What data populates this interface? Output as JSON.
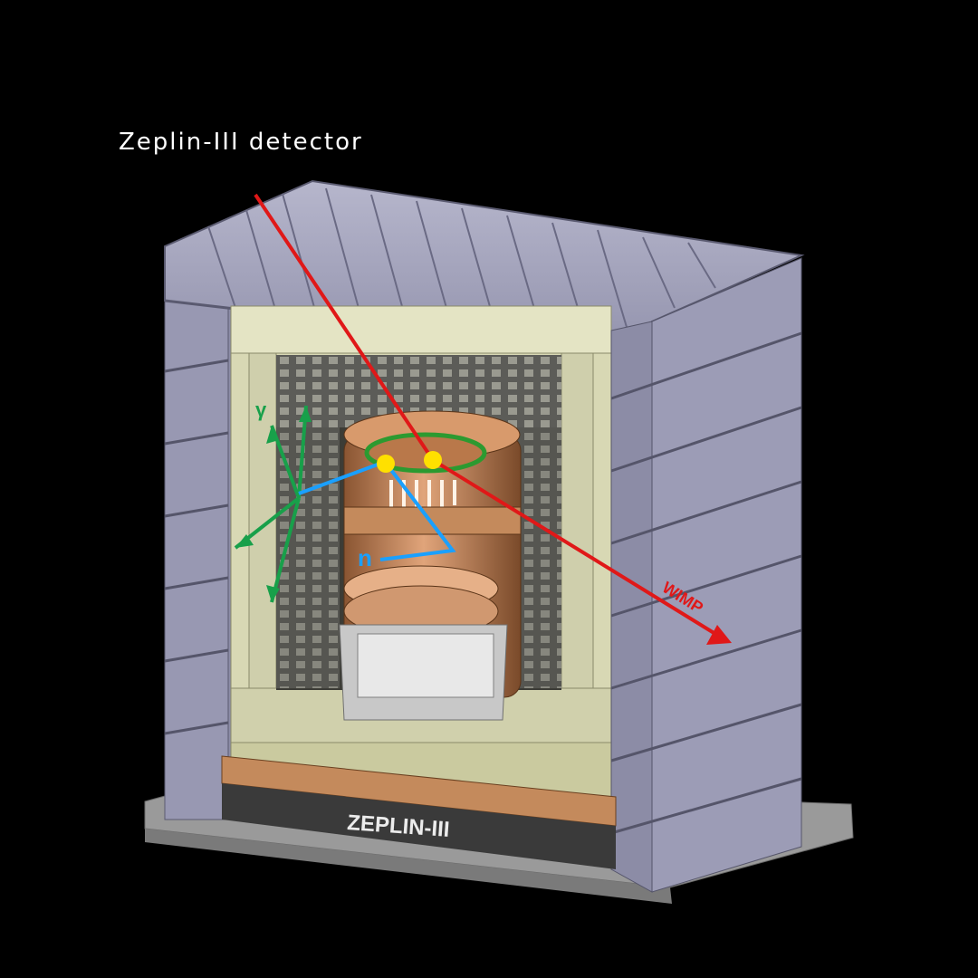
{
  "caption": "Zeplin-III detector",
  "diagram": {
    "base_label": "ZEPLIN-III",
    "wimp_label": "WIMP",
    "neutron_label": "n",
    "gamma_label": "γ"
  },
  "colors": {
    "background": "#000000",
    "shield_blocks": "#9c9cb6",
    "inner_shield": "#d8d8b4",
    "copper_vessel": "#c48a5c",
    "wimp_track": "#e01818",
    "neutron_track": "#1aa0ff",
    "gamma_track": "#18a04a",
    "interaction_point": "#ffe000"
  }
}
